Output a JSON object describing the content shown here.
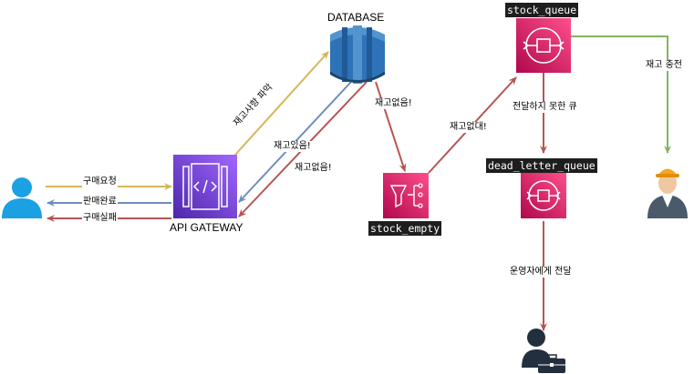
{
  "nodes": {
    "database": {
      "label": "DATABASE"
    },
    "api_gateway": {
      "label": "API GATEWAY"
    },
    "stock_empty": {
      "label": "stock_empty"
    },
    "stock_queue": {
      "label": "stock_queue"
    },
    "dead_letter_queue": {
      "label": "dead_letter_queue"
    }
  },
  "edges": {
    "purchase_request": "구매요청",
    "sale_complete": "판매완료",
    "purchase_failed": "구매실패",
    "check_stock": "재고사항 파악",
    "in_stock": "재고있음!",
    "out_of_stock_to_api": "재고없음!",
    "out_of_stock_to_empty": "재고없음!",
    "empty_to_queue": "재고없대!",
    "undeliverable": "전달하지 못한 큐",
    "restock": "재고 충전",
    "notify_operator": "운영자에게 전달"
  },
  "colors": {
    "yellow": "#D6B656",
    "blue": "#6C8EBF",
    "red": "#B85450",
    "green": "#82B366",
    "pink": "#E7157B",
    "purple": "#8C4FFF",
    "db_blue": "#2E73B8",
    "user_cyan": "#1BA1E2"
  },
  "icons": [
    "user-icon",
    "api-gateway-icon",
    "database-icon",
    "sns-filter-icon",
    "sqs-queue-icon",
    "worker-icon",
    "operator-icon"
  ]
}
